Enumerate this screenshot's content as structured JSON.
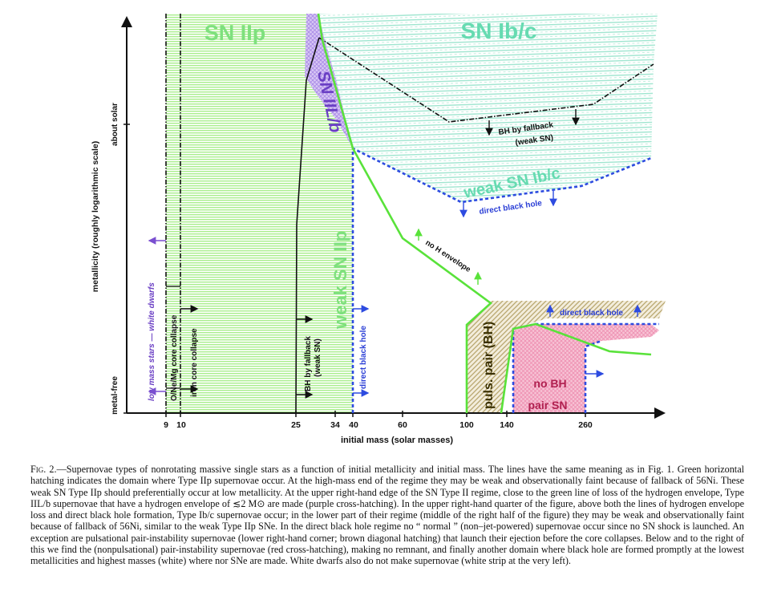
{
  "figure": {
    "axis_x_title": "initial mass (solar masses)",
    "axis_y_title": "metallicity (roughly logarithmic scale)",
    "y_tick_top": "about solar",
    "y_tick_bottom": "metal-free",
    "x_ticks": [
      "9",
      "10",
      "25",
      "34",
      "40",
      "60",
      "100",
      "140",
      "260"
    ],
    "regions": {
      "sn_iip": "SN IIp",
      "sn_ibc": "SN Ib/c",
      "sn_iilb": "SN IIL/b",
      "weak_sn_ibc": "weak SN Ib/c",
      "weak_sn_iip": "weak SN IIp",
      "puls_pair": "puls. pair (BH)",
      "no_bh": "no BH",
      "pair_sn": "pair SN"
    },
    "labels": {
      "bh_fallback_top_1": "BH by fallback",
      "bh_fallback_top_2": "(weak SN)",
      "direct_bh_upper": "direct black hole",
      "no_h_envelope": "no H envelope",
      "direct_bh_lower": "direct black hole",
      "low_mass": "low mass stars — white dwarfs",
      "onemg": "O/Ne/Mg core collapse",
      "iron": "iron core collapse",
      "bh_fallback_low_1": "BH by fallback",
      "bh_fallback_low_2": "(weak SN)",
      "direct_bh_vertical": "direct black hole"
    },
    "colors": {
      "green_line": "#59e23a",
      "iip_hatch": "#a9ee8d",
      "ibc_hatch": "#8fdcc4",
      "purple_hatch": "#b79be8",
      "brown_hatch": "#b8a66e",
      "red_hatch": "#f3a4bf",
      "blue_dashed": "#2d4be0"
    }
  },
  "caption": {
    "fig_label": "Fig. 2.",
    "text": "—Supernovae types of nonrotating massive single stars as a function of initial metallicity and initial mass. The lines have the same meaning as in Fig. 1. Green horizontal hatching indicates the domain where Type IIp supernovae occur. At the high-mass end of the regime they may be weak and observationally faint because of fallback of 56Ni. These weak SN Type IIp should preferentially occur at low metallicity. At the upper right-hand edge of the SN Type II regime, close to the green line of loss of the hydrogen envelope, Type IIL/b supernovae that have a hydrogen envelope of ≲2 M⊙ are made (purple cross-hatching). In the upper right-hand quarter of the figure, above both the lines of hydrogen envelope loss and direct black hole formation, Type Ib/c supernovae occur; in the lower part of their regime (middle of the right half of the figure) they may be weak and observationally faint because of fallback of 56Ni, similar to the weak Type IIp SNe. In the direct black hole regime no “ normal ” (non–jet-powered) supernovae occur since no SN shock is launched. An exception are pulsational pair-instability supernovae (lower right-hand corner; brown diagonal hatching) that launch their ejection before the core collapses. Below and to the right of this we find the (nonpulsational) pair-instability supernovae (red cross-hatching), making no remnant, and finally another domain where black hole are formed promptly at the lowest metallicities and highest masses (white) where nor SNe are made. White dwarfs also do not make supernovae (white strip at the very left)."
  }
}
